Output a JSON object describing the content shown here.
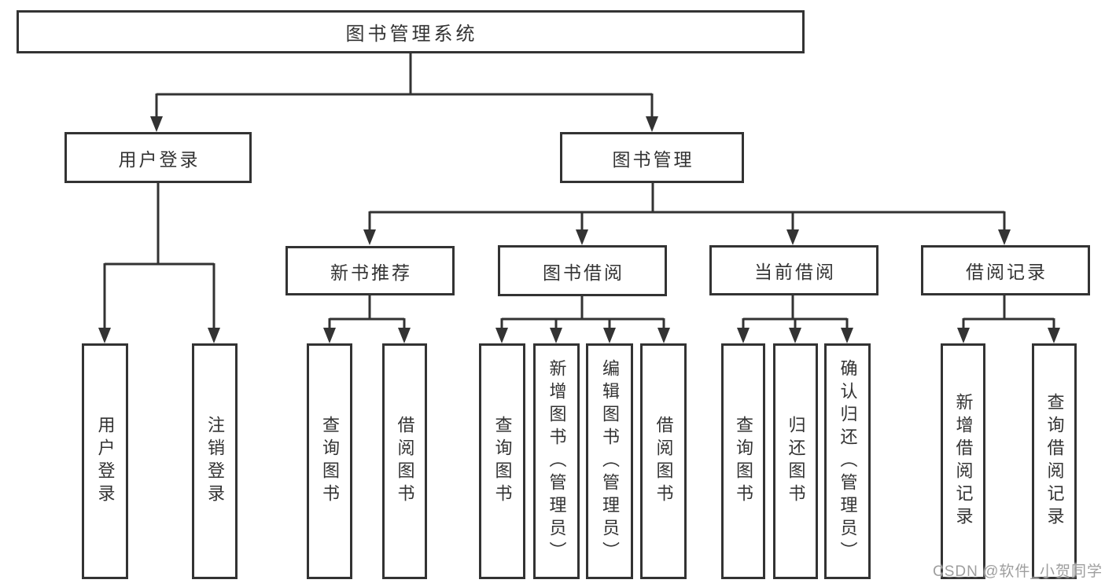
{
  "diagram": {
    "title_node": "图书管理系统",
    "nodes": {
      "root": "图书管理系统",
      "user_login": "用户登录",
      "book_mgmt": "图书管理",
      "new_books": "新书推荐",
      "borrowing": "图书借阅",
      "current": "当前借阅",
      "records": "借阅记录",
      "ul_login": "用户登录",
      "ul_logout": "注销登录",
      "nb_query": "查询图书",
      "nb_borrow": "借阅图书",
      "bb_query": "查询图书",
      "bb_add": "新增图书（管理员）",
      "bb_edit": "编辑图书（管理员）",
      "bb_borrow": "借阅图书",
      "cu_query": "查询图书",
      "cu_return": "归还图书",
      "cu_confirm": "确认归还（管理员）",
      "re_add": "新增借阅记录",
      "re_query": "查询借阅记录"
    },
    "colors": {
      "line": "#333333",
      "box_background": "#ffffff",
      "text": "#333333"
    }
  },
  "watermark": {
    "text": "CSDN @软件_小贺同学",
    "color": "#9e9e9e"
  }
}
